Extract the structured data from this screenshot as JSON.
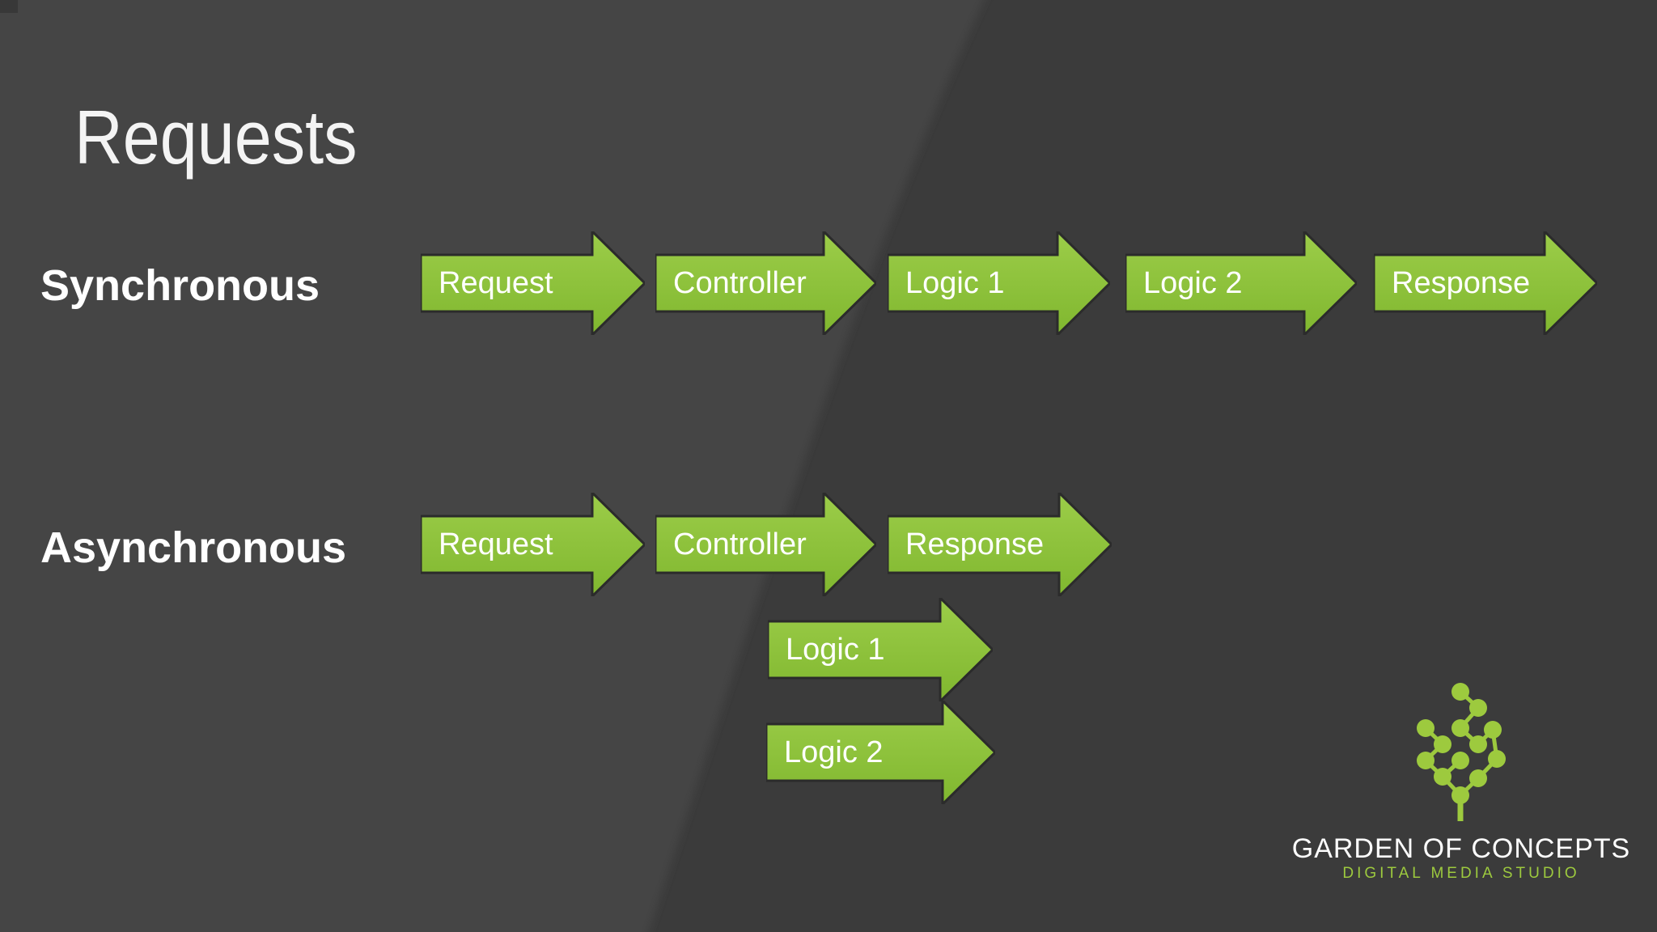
{
  "slide": {
    "title": "Requests",
    "synchronous": {
      "label": "Synchronous",
      "arrows": [
        "Request",
        "Controller",
        "Logic 1",
        "Logic 2",
        "Response"
      ]
    },
    "asynchronous": {
      "label": "Asynchronous",
      "arrows": [
        "Request",
        "Controller",
        "Response"
      ],
      "parallel_arrows": [
        "Logic 1",
        "Logic 2"
      ]
    },
    "logo": {
      "brand": "GARDEN OF CONCEPTS",
      "tagline": "DIGITAL MEDIA STUDIO"
    },
    "colors": {
      "background": "#3b3b3b",
      "background_highlight": "#444444",
      "arrow_green": "#8dc63f",
      "arrow_outline": "#2b2b2b",
      "logo_green": "#9dca3e",
      "text": "#ffffff"
    }
  }
}
